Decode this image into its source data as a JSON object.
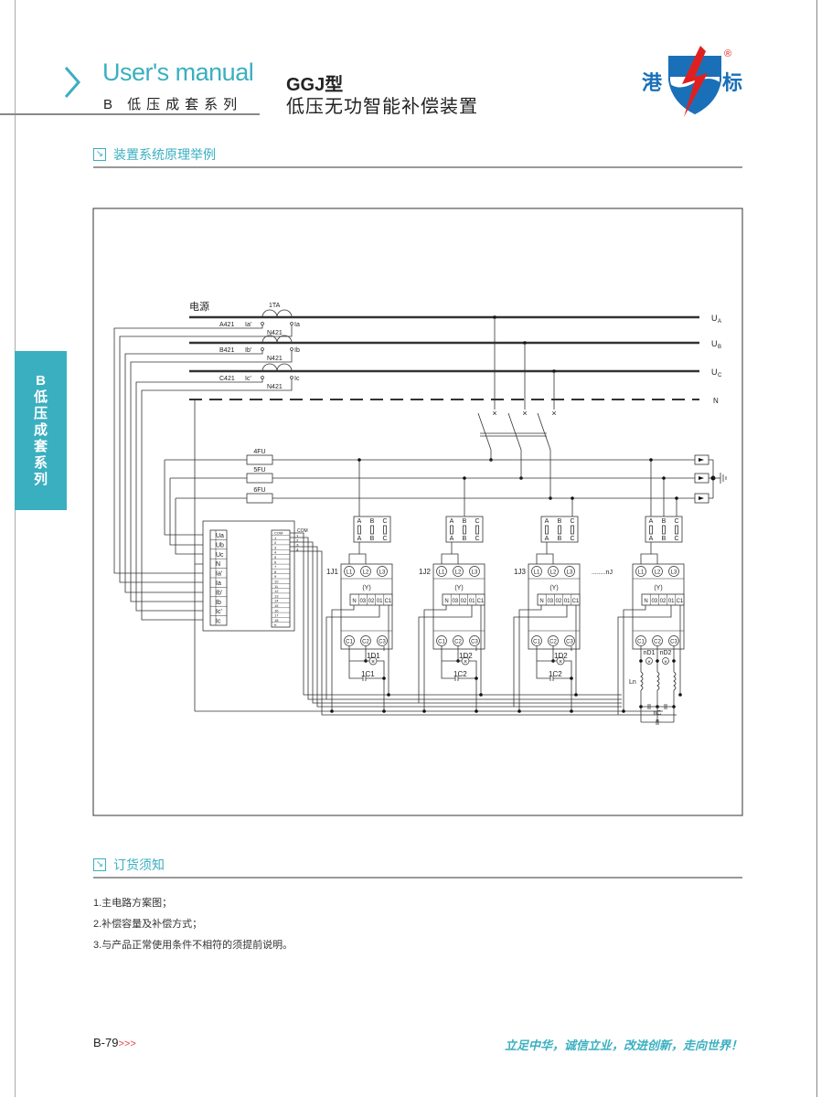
{
  "header": {
    "manual_title": "User's manual",
    "series": "B 低压成套系列",
    "model": "GGJ型",
    "product_name": "低压无功智能补偿装置",
    "logo_left": "港",
    "logo_right": "标",
    "logo_mark": "®"
  },
  "side_tab": {
    "chars": [
      "B",
      "低",
      "压",
      "成",
      "套",
      "系",
      "列"
    ]
  },
  "section_diagram": {
    "title": "装置系统原理举例",
    "icon": "arrow-box-icon"
  },
  "diagram": {
    "power_label": "电源",
    "ct_label": "1TA",
    "phases": [
      {
        "wire": "A421",
        "ct_in": "Ia'",
        "ct_out": "Ia",
        "neutral": "N421",
        "bus_main": "U",
        "bus_sub": "A"
      },
      {
        "wire": "B421",
        "ct_in": "Ib'",
        "ct_out": "Ib",
        "neutral": "N421",
        "bus_main": "U",
        "bus_sub": "B"
      },
      {
        "wire": "C421",
        "ct_in": "Ic'",
        "ct_out": "Ic",
        "neutral": "N421",
        "bus_main": "U",
        "bus_sub": "C"
      }
    ],
    "neutral_bus": "N",
    "fuses": [
      "4FU",
      "5FU",
      "6FU"
    ],
    "controller_left_terminals": [
      "Ua",
      "Ub",
      "Uc",
      "N",
      "Ia'",
      "Ia",
      "Ib'",
      "Ib",
      "Ic'",
      "Ic"
    ],
    "controller_right_terminals": [
      "COM",
      "1",
      "2",
      "3",
      "4",
      "5",
      "6",
      "7",
      "8",
      "9",
      "10",
      "11",
      "12",
      "13",
      "14",
      "15",
      "16",
      "17",
      "18",
      "K"
    ],
    "controller_out_labels": [
      "COM",
      "1",
      "2",
      "3",
      "4"
    ],
    "fuse_block_labels": [
      "A",
      "B",
      "C"
    ],
    "unit_inputs": [
      "L1",
      "L2",
      "L3"
    ],
    "unit_mode": "(Y)",
    "unit_terminals": [
      "N",
      "03",
      "02",
      "01",
      "C1"
    ],
    "unit_outputs": [
      "C1",
      "C2",
      "C3"
    ],
    "units": [
      {
        "name": "1J1",
        "lamp": "1D1",
        "cap": "1C1"
      },
      {
        "name": "1J2",
        "lamp": "1D2",
        "cap": "1C2"
      },
      {
        "name": "1J3",
        "lamp": "1D2",
        "cap": "1C2"
      }
    ],
    "unit_n": {
      "name": "........nJ",
      "lamps": [
        "nD1",
        "nD2"
      ],
      "inductor": "Ln",
      "cap": "nC"
    }
  },
  "section_order": {
    "title": "订货须知",
    "icon": "arrow-box-icon",
    "items": [
      "1.主电路方案图；",
      "2.补偿容量及补偿方式；",
      "3.与产品正常使用条件不相符的须提前说明。"
    ]
  },
  "footer": {
    "page": "B-79",
    "arrows": ">>>",
    "slogan": "立足中华，诚信立业，改进创新，走向世界！"
  },
  "colors": {
    "accent": "#3aafc0",
    "logo_red": "#e02020",
    "logo_blue": "#1a70b8",
    "line": "#333333"
  }
}
